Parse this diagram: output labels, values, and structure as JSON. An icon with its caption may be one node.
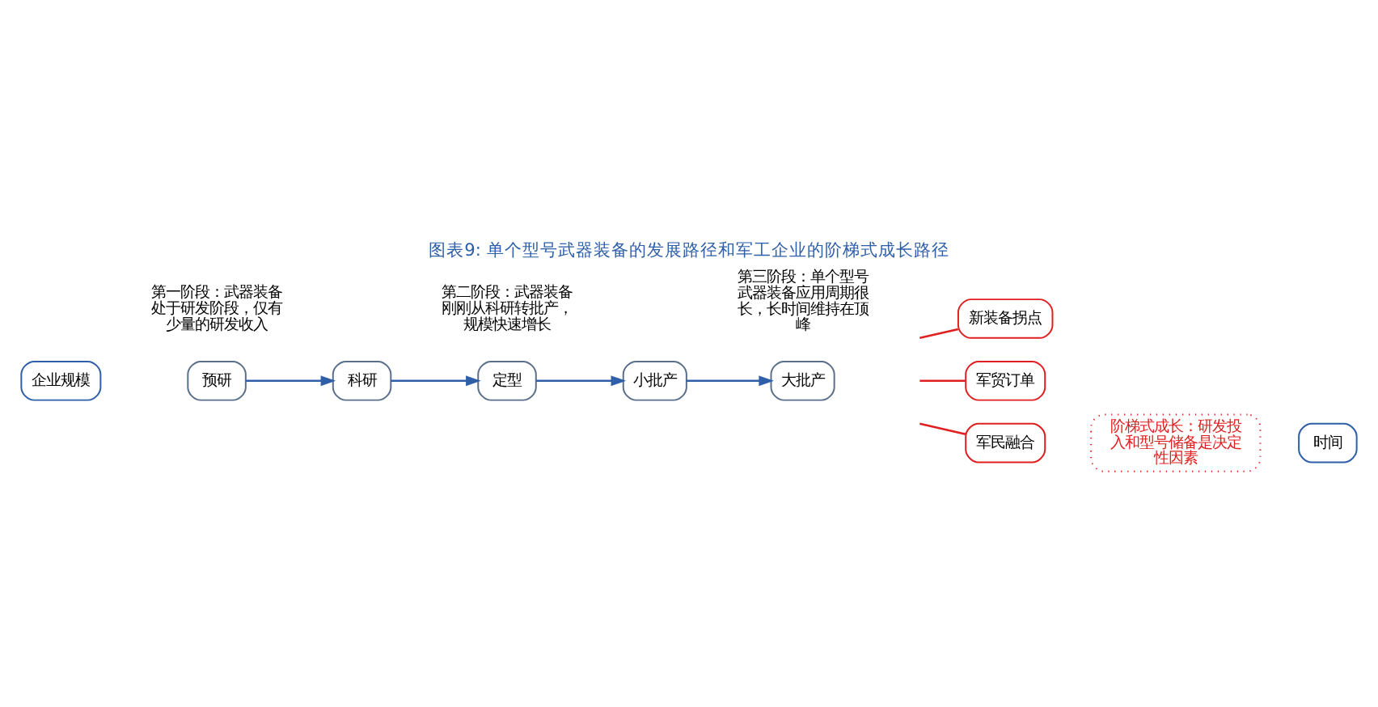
{
  "diagram": {
    "title": "图表9: 单个型号武器装备的发展路径和军工企业的阶梯式成长路径",
    "nodes": [
      {
        "text": [
          "企业规模"
        ]
      },
      {
        "text": [
          "时间"
        ]
      },
      {
        "text": [
          "预研"
        ]
      },
      {
        "text": [
          "科研"
        ]
      },
      {
        "text": [
          "定型"
        ]
      },
      {
        "text": [
          "小批产"
        ]
      },
      {
        "text": [
          "大批产"
        ]
      },
      {
        "text": [
          "新装备拐点"
        ]
      },
      {
        "text": [
          "军贸订单"
        ]
      },
      {
        "text": [
          "军民融合"
        ]
      },
      {
        "text": [
          "阶梯式成长：研发投入和型号储备是决定性因素"
        ]
      }
    ],
    "edges": [
      {
        "from": 2,
        "to": 3,
        "arrow": "to"
      },
      {
        "from": 3,
        "to": 4,
        "arrow": "to"
      },
      {
        "from": 4,
        "to": 5,
        "arrow": "to"
      },
      {
        "from": 5,
        "to": 6,
        "arrow": "to"
      },
      {
        "from": null,
        "to": 7,
        "arrow": "none",
        "color": "#e02020"
      },
      {
        "from": null,
        "to": 8,
        "arrow": "none",
        "color": "#e02020"
      },
      {
        "from": null,
        "to": 9,
        "arrow": "none",
        "color": "#e02020"
      }
    ],
    "labels": [
      "第一阶段：武器装备处于研发阶段，仅有少量的研发收入",
      "第二阶段：武器装备刚刚从科研转批产，规模快速增长",
      "第三阶段：单个型号武器装备应用周期很长，长时间维持在顶峰"
    ]
  }
}
